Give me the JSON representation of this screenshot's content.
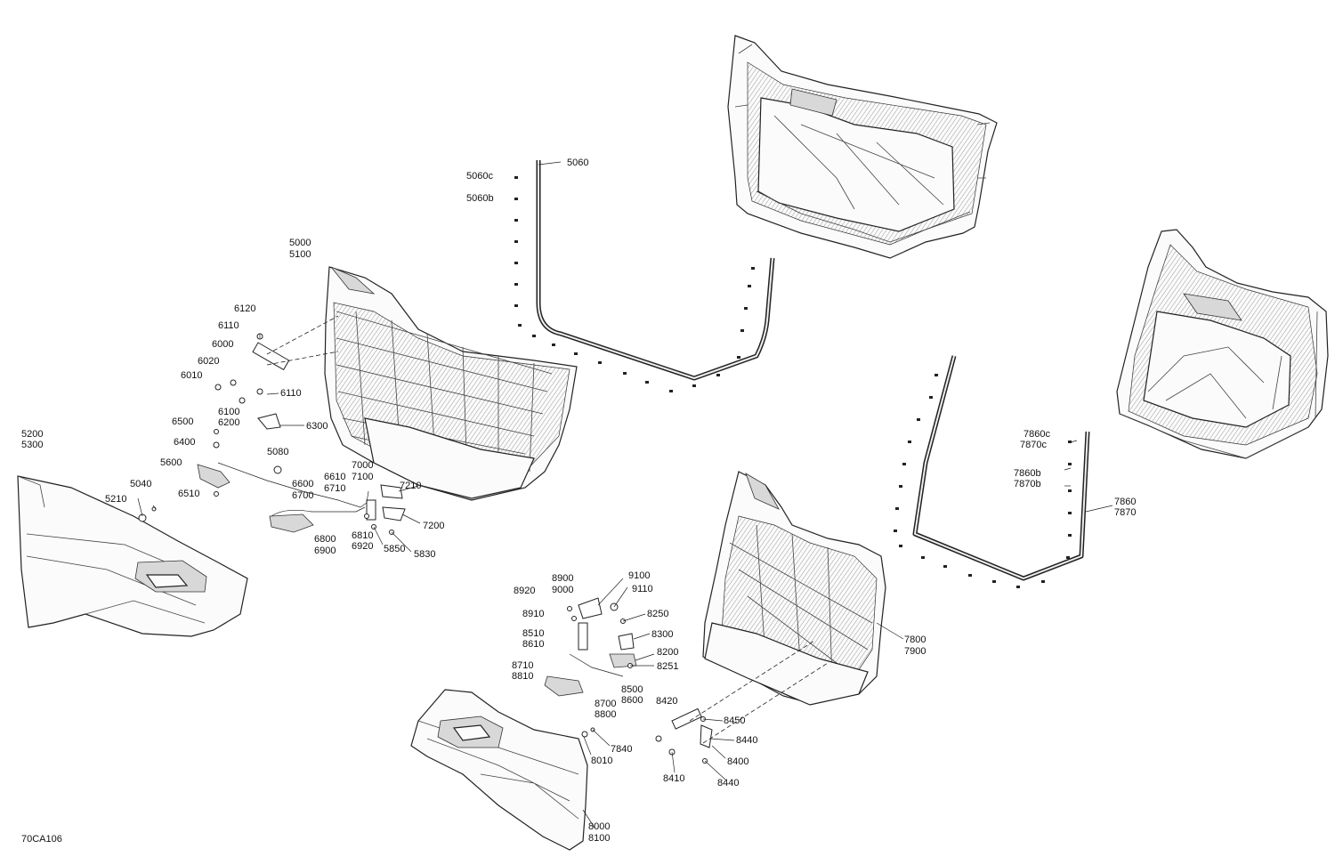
{
  "diagram": {
    "reference_code": "70CA106",
    "labels": [
      "5060c",
      "5060b",
      "5060",
      "5000",
      "5100",
      "6120",
      "6110",
      "6000",
      "6020",
      "6010",
      "6110",
      "6100",
      "6200",
      "6300",
      "6500",
      "6400",
      "5080",
      "5600",
      "6510",
      "6600",
      "6700",
      "5200",
      "5300",
      "5040",
      "5210",
      "6610",
      "6710",
      "7000",
      "7100",
      "7210",
      "7200",
      "6800",
      "6900",
      "6810",
      "6920",
      "5850",
      "5830",
      "7860c",
      "7870c",
      "7860b",
      "7870b",
      "7860",
      "7870",
      "8900",
      "9000",
      "9100",
      "8920",
      "9110",
      "8910",
      "8250",
      "8510",
      "8610",
      "8300",
      "8200",
      "8710",
      "8810",
      "8251",
      "8500",
      "8600",
      "8700",
      "8800",
      "7800",
      "7900",
      "8420",
      "8450",
      "8440",
      "7840",
      "8010",
      "8400",
      "8410",
      "8440",
      "8000",
      "8100"
    ]
  }
}
